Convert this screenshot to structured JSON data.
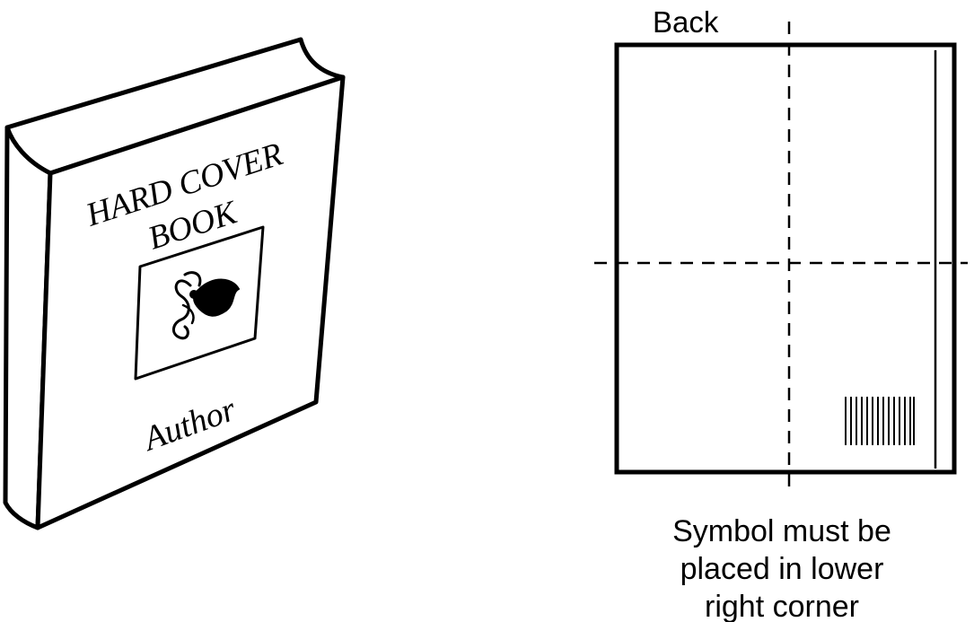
{
  "book": {
    "title_line1": "HARD COVER",
    "title_line2": "BOOK",
    "author": "Author",
    "emblem_icon": "heart-ornament-icon"
  },
  "back_cover": {
    "label": "Back",
    "caption_line1": "Symbol must be",
    "caption_line2": "placed in lower",
    "caption_line3": "right corner",
    "symbol_icon": "barcode-icon"
  },
  "colors": {
    "ink": "#000000",
    "paper": "#ffffff"
  }
}
